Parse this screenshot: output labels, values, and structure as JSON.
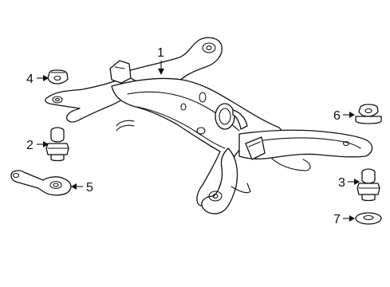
{
  "callouts": [
    {
      "id": "1",
      "part": "subframe"
    },
    {
      "id": "2",
      "part": "upper-mount-bushing"
    },
    {
      "id": "3",
      "part": "lower-mount-bushing"
    },
    {
      "id": "4",
      "part": "stopper-nut"
    },
    {
      "id": "5",
      "part": "bracket"
    },
    {
      "id": "6",
      "part": "stopper-nut-right"
    },
    {
      "id": "7",
      "part": "washer"
    }
  ]
}
